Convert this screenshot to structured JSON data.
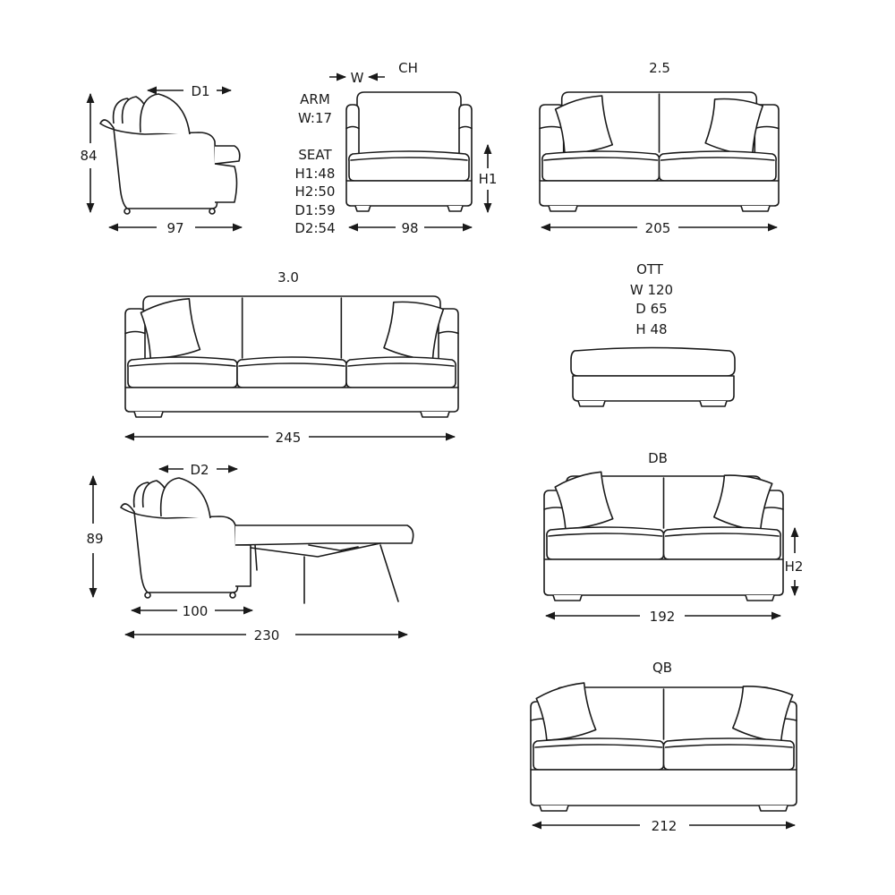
{
  "models": {
    "ch": {
      "label": "CH",
      "width": "98",
      "width_marker": "W",
      "height_marker": "H1"
    },
    "sofa_25": {
      "label": "2.5",
      "width": "205"
    },
    "sofa_30": {
      "label": "3.0",
      "width": "245"
    },
    "ott": {
      "label": "OTT",
      "w": "W 120",
      "d": "D 65",
      "h": "H 48"
    },
    "db": {
      "label": "DB",
      "width": "192",
      "height_marker": "H2"
    },
    "qb": {
      "label": "QB",
      "width": "212"
    }
  },
  "specs": {
    "arm_title": "ARM",
    "arm_w": "W:17",
    "seat_title": "SEAT",
    "h1": "H1:48",
    "h2": "H2:50",
    "d1": "D1:59",
    "d2": "D2:54"
  },
  "side_view": {
    "height": "84",
    "depth": "97",
    "depth_marker": "D1"
  },
  "bed_side_view": {
    "height": "89",
    "depth": "100",
    "open_depth": "230",
    "depth_marker": "D2"
  }
}
